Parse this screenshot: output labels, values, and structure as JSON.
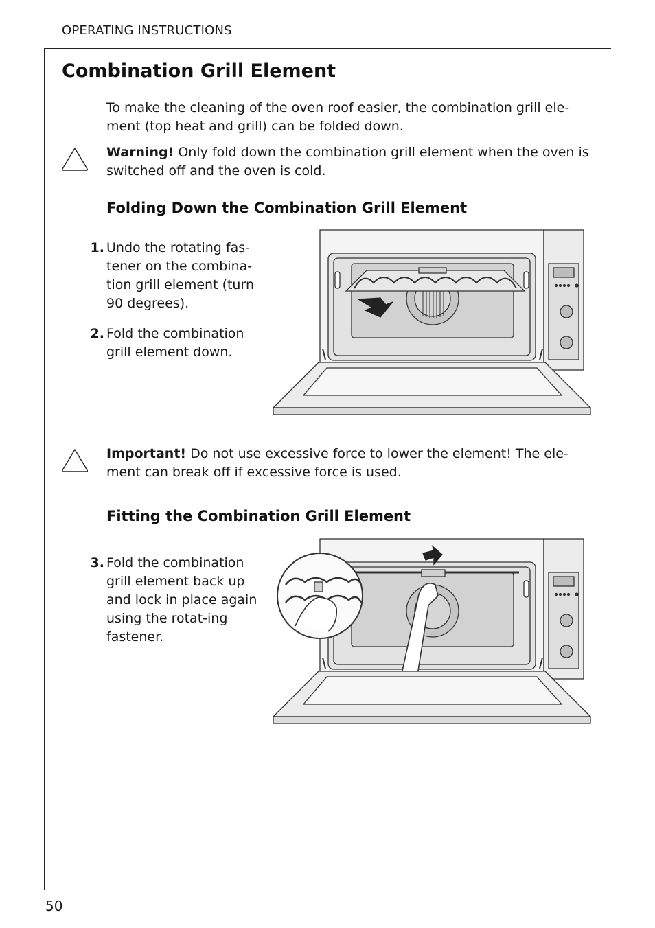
{
  "header": {
    "section": "OPERATING INSTRUCTIONS"
  },
  "title": "Combination Grill Element",
  "intro": "To make the cleaning of the oven roof easier, the combination grill ele-ment (top heat and grill) can be folded down.",
  "warning": {
    "label": "Warning!",
    "text": " Only fold down the combination grill element when the oven is switched off and the oven is cold."
  },
  "section_folding": {
    "heading": "Folding Down the Combination Grill Element",
    "steps": [
      {
        "num": "1.",
        "text": "Undo the rotating fas-tener on the combina-tion grill element (turn 90 degrees)."
      },
      {
        "num": "2.",
        "text": "Fold the combination grill element down."
      }
    ]
  },
  "important": {
    "label": "Important!",
    "text": " Do not use excessive force to lower the element! The ele-ment can break off if excessive force is used."
  },
  "section_fitting": {
    "heading": "Fitting the Combination Grill Element",
    "steps": [
      {
        "num": "3.",
        "text": "Fold the combination grill element back up and lock in place again using the rotat-ing fastener."
      }
    ]
  },
  "page_number": "50",
  "icons": {
    "warning": "warning-triangle-icon"
  }
}
